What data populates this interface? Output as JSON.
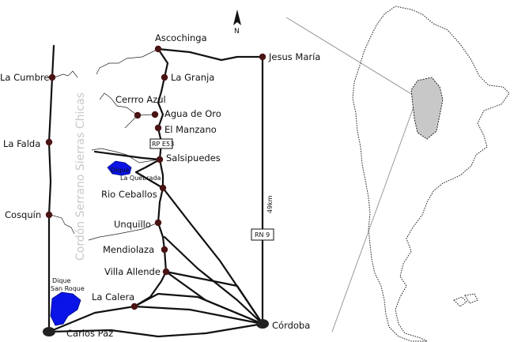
{
  "map": {
    "north": "N",
    "range_label": "Cordón Serrano Sierras Chicas",
    "towns": {
      "ascochinga": "Ascochinga",
      "jesus_maria": "Jesus María",
      "la_cumbre": "La Cumbre",
      "la_granja": "La Granja",
      "cerro_azul": "Cerrro Azul",
      "agua_de_oro": "Agua de Oro",
      "el_manzano": "El Manzano",
      "la_falda": "La Falda",
      "salsipuedes": "Salsipuedes",
      "rio_ceballos": "Rio Ceballos",
      "cosquin": "Cosquín",
      "unquillo": "Unquillo",
      "mendiolaza": "Mendiolaza",
      "villa_allende": "Villa Allende",
      "la_calera": "La Calera",
      "carlos_paz": "Carlos Paz",
      "cordoba": "Córdoba"
    },
    "dams": {
      "la_quebrada_1": "Dique",
      "la_quebrada_2": "La Quebrada",
      "san_roque_1": "Dique",
      "san_roque_2": "San Roque"
    },
    "routes": {
      "rp": "RP E53",
      "rn": "RN 9",
      "distance": "49km"
    },
    "colors": {
      "road": "#111111",
      "town_dot": "#4a1414",
      "lake": "#0a14e6",
      "province_fill": "#c8c8c8",
      "range_text": "#c8c8c8"
    }
  }
}
